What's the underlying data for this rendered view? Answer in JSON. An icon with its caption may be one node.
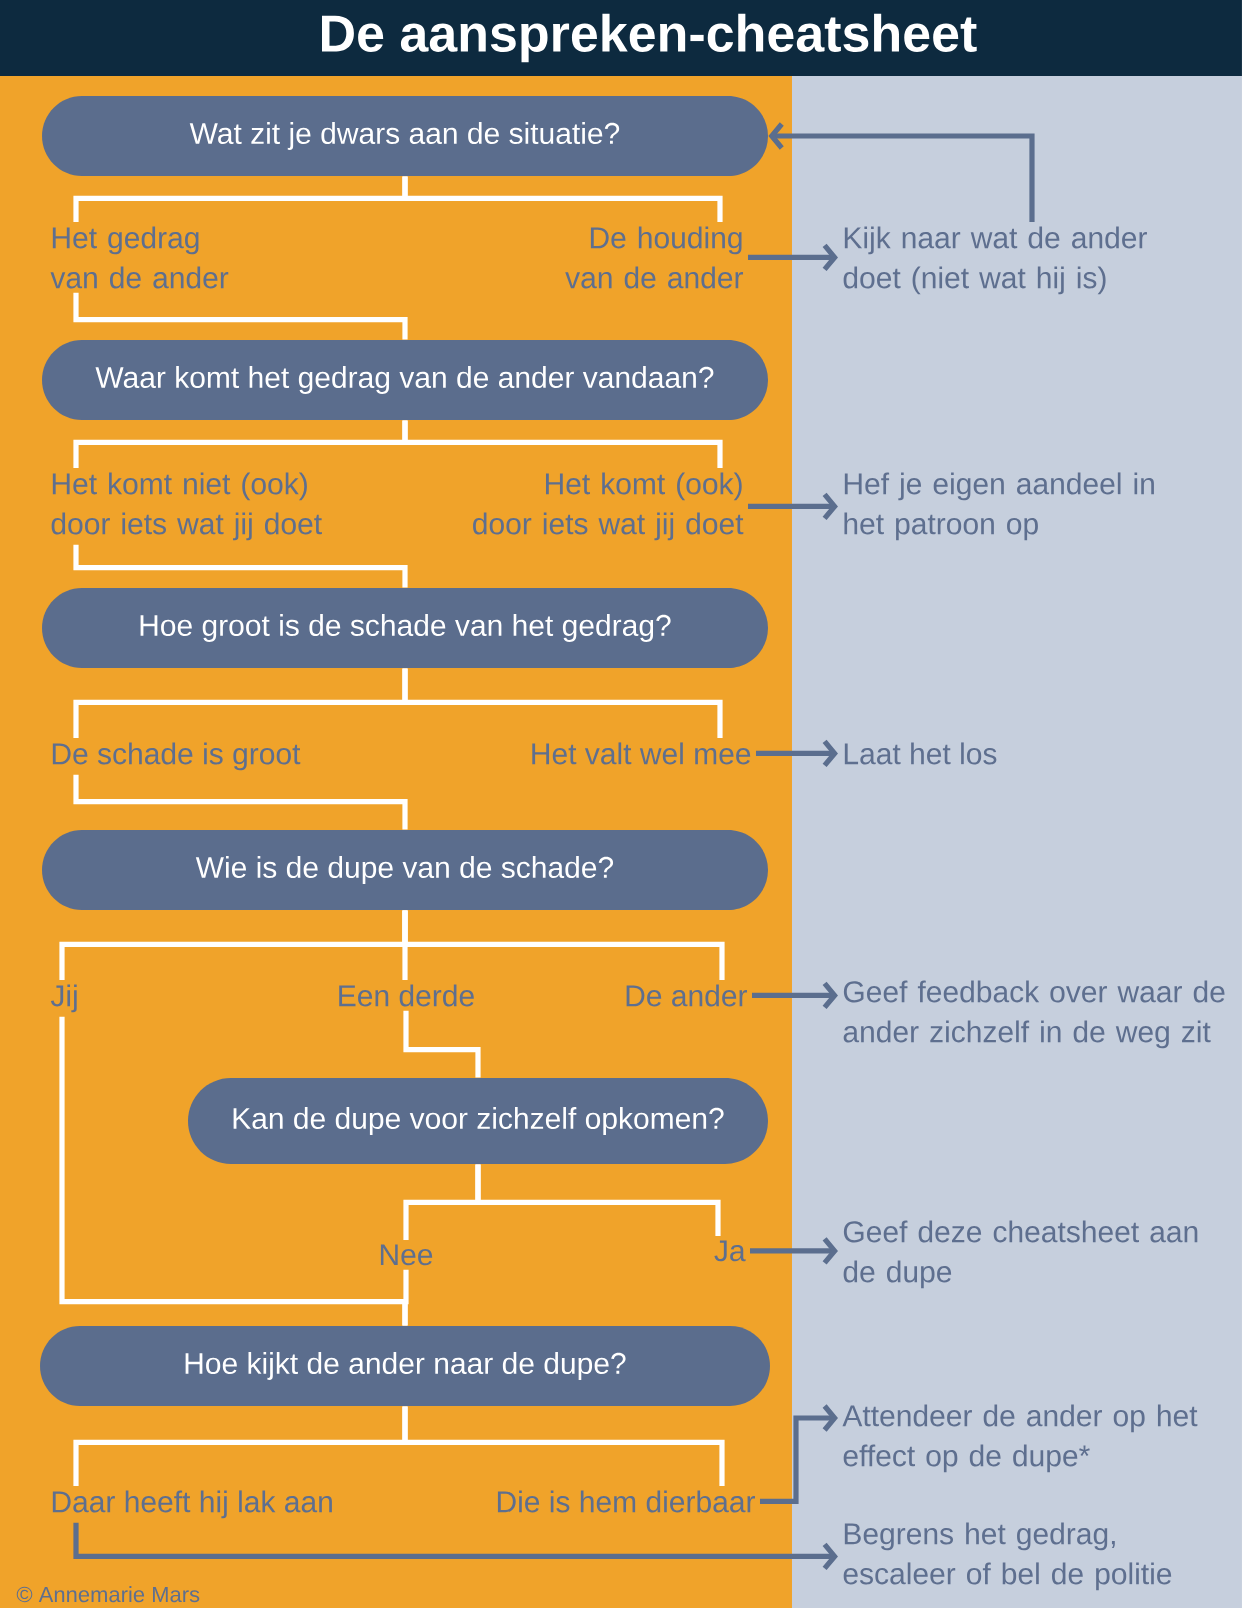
{
  "diagram": {
    "title": "De aanspreken-cheatsheet",
    "nodes": [
      {
        "text": [
          "Wat zit je dwars aan de situatie?"
        ]
      },
      {
        "text": [
          "Het gedrag van de ander"
        ]
      },
      {
        "text": [
          "De houding van de ander"
        ]
      },
      {
        "text": [
          "Kijk naar wat de ander doet (niet wat hij is)"
        ]
      },
      {
        "text": [
          "Waar komt het gedrag van de ander vandaan?"
        ]
      },
      {
        "text": [
          "Het komt niet (ook) door iets wat jij doet"
        ]
      },
      {
        "text": [
          "Het komt (ook) door iets wat jij doet"
        ]
      },
      {
        "text": [
          "Hef je eigen aandeel in het patroon op"
        ]
      },
      {
        "text": [
          "Hoe groot is de schade van het gedrag?"
        ]
      },
      {
        "text": [
          "De schade is groot"
        ]
      },
      {
        "text": [
          "Het valt wel mee"
        ]
      },
      {
        "text": [
          "Laat het los"
        ]
      },
      {
        "text": [
          "Wie is de dupe van de schade?"
        ]
      },
      {
        "text": [
          "Jij"
        ]
      },
      {
        "text": [
          "Een derde"
        ]
      },
      {
        "text": [
          "De ander"
        ]
      },
      {
        "text": [
          "Geef feedback over waar de ander zichzelf in de weg zit"
        ]
      },
      {
        "text": [
          "Kan de dupe voor zichzelf opkomen?"
        ]
      },
      {
        "text": [
          "Nee"
        ]
      },
      {
        "text": [
          "Ja"
        ]
      },
      {
        "text": [
          "Geef deze cheatsheet aan de dupe"
        ]
      },
      {
        "text": [
          "Hoe kijkt de ander naar de dupe?"
        ]
      },
      {
        "text": [
          "Daar heeft hij lak aan"
        ]
      },
      {
        "text": [
          "Die is hem dierbaar"
        ]
      },
      {
        "text": [
          "Attendeer de ander op het effect op de dupe*"
        ]
      },
      {
        "text": [
          "Begrens het gedrag, escaleer of bel de politie"
        ]
      }
    ],
    "edges": [
      {
        "from": 0,
        "to": 1,
        "arrow": "none"
      },
      {
        "from": 0,
        "to": 2,
        "arrow": "none"
      },
      {
        "from": 2,
        "to": 3,
        "arrow": "to",
        "color": "#5b6e8e"
      },
      {
        "from": 3,
        "to": 0,
        "arrow": "to",
        "color": "#5b6e8e"
      },
      {
        "from": 1,
        "to": 4,
        "arrow": "none"
      },
      {
        "from": 4,
        "to": 5,
        "arrow": "none"
      },
      {
        "from": 4,
        "to": 6,
        "arrow": "none"
      },
      {
        "from": 6,
        "to": 7,
        "arrow": "to",
        "color": "#5b6e8e"
      },
      {
        "from": 5,
        "to": 8,
        "arrow": "none"
      },
      {
        "from": 8,
        "to": 9,
        "arrow": "none"
      },
      {
        "from": 8,
        "to": 10,
        "arrow": "none"
      },
      {
        "from": 10,
        "to": 11,
        "arrow": "to",
        "color": "#5b6e8e"
      },
      {
        "from": 9,
        "to": 12,
        "arrow": "none"
      },
      {
        "from": 12,
        "to": 13,
        "arrow": "none"
      },
      {
        "from": 12,
        "to": 14,
        "arrow": "none"
      },
      {
        "from": 12,
        "to": 15,
        "arrow": "none"
      },
      {
        "from": 15,
        "to": 16,
        "arrow": "to",
        "color": "#5b6e8e"
      },
      {
        "from": 14,
        "to": 17,
        "arrow": "none"
      },
      {
        "from": 13,
        "to": 21,
        "arrow": "none"
      },
      {
        "from": 17,
        "to": 18,
        "arrow": "none"
      },
      {
        "from": 17,
        "to": 19,
        "arrow": "none"
      },
      {
        "from": 19,
        "to": 20,
        "arrow": "to",
        "color": "#5b6e8e"
      },
      {
        "from": 18,
        "to": 21,
        "arrow": "none"
      },
      {
        "from": 21,
        "to": 22,
        "arrow": "none"
      },
      {
        "from": 21,
        "to": 23,
        "arrow": "none"
      },
      {
        "from": 23,
        "to": 24,
        "arrow": "to",
        "color": "#5b6e8e"
      },
      {
        "from": 22,
        "to": 25,
        "arrow": "to",
        "color": "#5b6e8e"
      }
    ],
    "labels": [
      "© Annemarie Mars"
    ]
  }
}
